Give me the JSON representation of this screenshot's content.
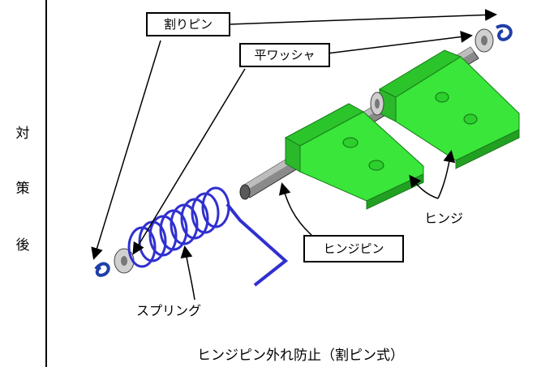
{
  "side_labels": [
    "対",
    "策",
    "後"
  ],
  "callouts": {
    "split_pin": "割りピン",
    "flat_washer": "平ワッシャ",
    "hinge_pin": "ヒンジピン",
    "hinge": "ヒンジ",
    "spring": "スプリング"
  },
  "caption": "ヒンジピン外れ防止（割ピン式）",
  "colors": {
    "hinge_green": "#39e639",
    "spring_blue": "#3030d0",
    "pin_gray": "#8a8a8a",
    "washer_gray": "#c8c8c8",
    "split_pin_blue": "#1f3fa8"
  }
}
